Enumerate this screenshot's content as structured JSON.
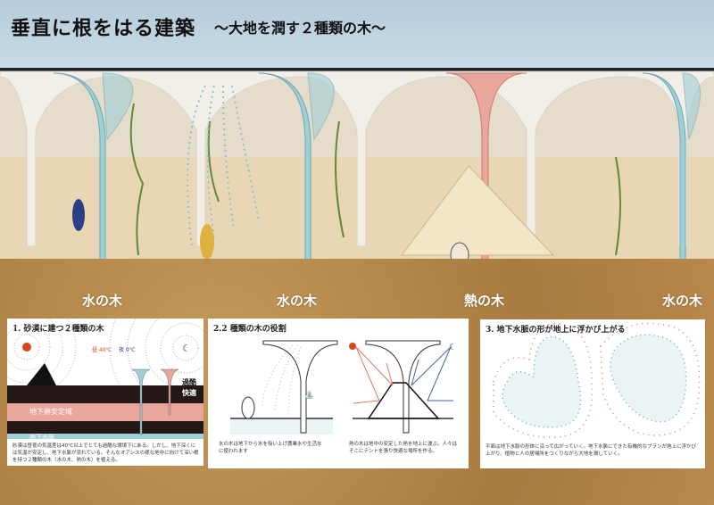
{
  "header": {
    "title": "垂直に根をはる建築",
    "subtitle": "〜大地を潤す２種類の木〜"
  },
  "tree_labels": [
    "水の木",
    "水の木",
    "熱の木",
    "水の木"
  ],
  "panel1": {
    "title": "1. 砂漠に建つ２種類の木",
    "day": "昼 40℃",
    "night": "夜 0℃",
    "harsh": "過酷",
    "comfort": "快適",
    "heat_zone": "地下熱安定域",
    "water_vein": "地下水脈",
    "text": "砂漠は昼夜の気温差は40℃以上でとても過酷な環境下にある。しかし、地下深くには気温が安定し、地下水脈が流れている。そんなオアシスの様な地中に向けて深い根を持つ２種類の木（水の木、熱の木）を植える。"
  },
  "panel2": {
    "title": "2.2 種類の木の役割",
    "water_text": "水の木は地下から水を吸い上げ農業水や生活水に使われます",
    "heat_text": "熱の木は地中の安定した熱を地上に運ぶ。人々はそこにテントを張り快適な場所を作る。"
  },
  "panel3": {
    "title": "3. 地下水脈の形が地上に浮かび上がる",
    "text": "平面は地下水脈の形体に沿って広がっていく。地下水脈にできた有機的なプランが地上に浮かび上がり、植物と人の居場所をつくりながら大地を潤していく。"
  },
  "colors": {
    "water": "#9fd0d6",
    "heat": "#e8a69c",
    "sun": "#d9441c",
    "moon": "#2b3f86",
    "ground_dark": "#231815"
  }
}
